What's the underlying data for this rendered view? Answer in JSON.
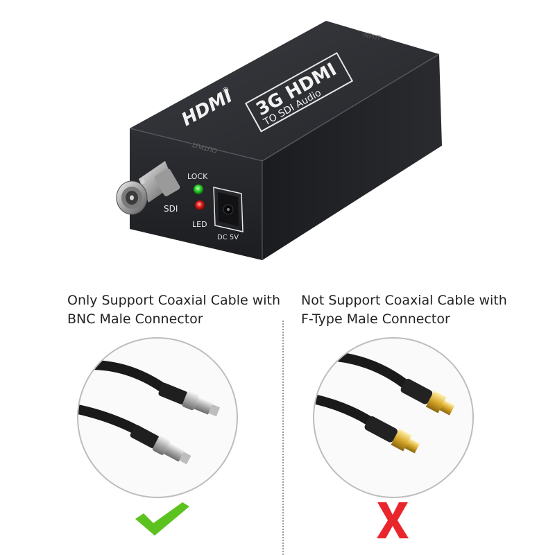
{
  "device": {
    "brand": "HDMI",
    "brand_mark": "®",
    "model_main": "3G HDMI",
    "model_sub": "TO SDI Audio",
    "input_label": "INPUT",
    "output_label": "OUTPUT",
    "sdi_label": "SDI",
    "lock_label": "LOCK",
    "led_label": "LED",
    "dc_label": "DC 5V",
    "colors": {
      "body": "#2b2c30",
      "lock_led": "#29d12a",
      "status_led": "#e01818"
    }
  },
  "left_panel": {
    "caption_line1": "Only Support Coaxial Cable with",
    "caption_line2": "BNC Male Connector",
    "mark_icon": "check-icon",
    "mark_color": "#5cc21f"
  },
  "right_panel": {
    "caption_line1": "Not Support Coaxial Cable with",
    "caption_line2": "F-Type Male Connector",
    "mark_icon": "x-icon",
    "mark_color": "#e8262b"
  }
}
